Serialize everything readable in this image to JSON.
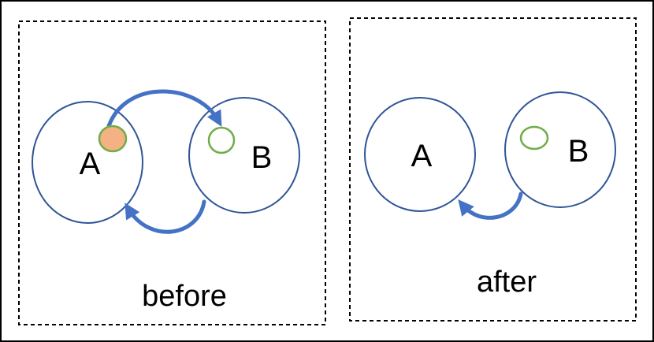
{
  "panels": [
    {
      "label": "before",
      "nodes": [
        {
          "letter": "A"
        },
        {
          "letter": "B"
        }
      ]
    },
    {
      "label": "after",
      "nodes": [
        {
          "letter": "A"
        },
        {
          "letter": "B"
        }
      ]
    }
  ],
  "colors": {
    "outer_frame": "#000000",
    "panel_border": "#000000",
    "circle_stroke": "#2f5597",
    "arrow": "#4472c4",
    "small_circle_stroke": "#70ad47",
    "small_circle_fill": "#f4b183"
  }
}
